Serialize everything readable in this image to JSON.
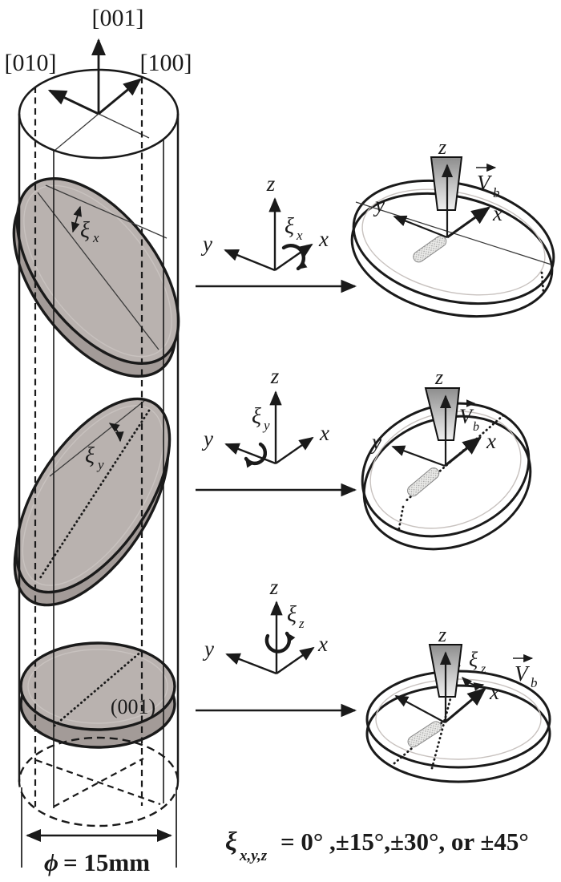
{
  "figure": {
    "description_labels": {
      "cylinder": {
        "axis_top": "[001]",
        "axis_left": "[010]",
        "axis_right": "[100]",
        "xi": "ξ",
        "wafer1_sub": "x",
        "wafer2_sub": "y",
        "wafer3_label": "(001)",
        "dim_phi": "ϕ",
        "dim_value": "= 15mm"
      },
      "triads": [
        {
          "z": "z",
          "y": "y",
          "x": "x",
          "xi": "ξ",
          "sub": "x"
        },
        {
          "z": "z",
          "y": "y",
          "x": "x",
          "xi": "ξ",
          "sub": "y"
        },
        {
          "z": "z",
          "y": "y",
          "x": "x",
          "xi": "ξ",
          "sub": "z"
        }
      ],
      "disks": [
        {
          "z": "z",
          "y": "y",
          "x": "x",
          "v": "V",
          "v_sub": "b"
        },
        {
          "z": "z",
          "y": "y",
          "x": "x",
          "v": "V",
          "v_sub": "b"
        },
        {
          "z": "z",
          "x": "x",
          "v": "V",
          "v_sub": "b",
          "xi": "ξ",
          "xi_sub": "z"
        }
      ],
      "formula": {
        "xi": "ξ",
        "sub": "x,y,z",
        "rest": "= 0° ,±15°,±30°, or ±45°"
      }
    },
    "colors": {
      "disk_fill": "#b9b2af",
      "disk_rim": "#a39b98",
      "line": "#1a1a1a",
      "background": "#ffffff"
    }
  }
}
